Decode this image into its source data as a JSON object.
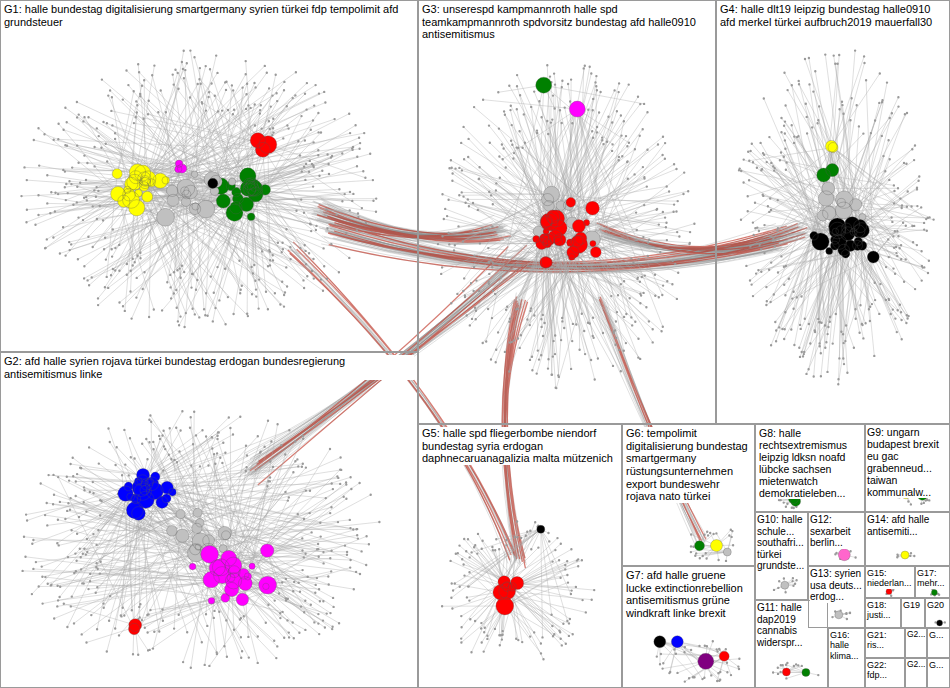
{
  "diagram": {
    "nodes": [
      {
        "text": [
          "G1: halle bundestag digitalisierung smartgermany syrien türkei fdp tempolimit afd grundsteuer"
        ]
      },
      {
        "text": [
          "G2: afd halle syrien rojava türkei bundestag erdogan bundesregierung antisemitismus linke"
        ]
      },
      {
        "text": [
          "G3: unserespd kampmannroth halle spd teamkampmannroth spdvorsitz bundestag afd halle0910 antisemitismus"
        ]
      },
      {
        "text": [
          "G4: halle dlt19 leipzig bundestag halle0910 afd merkel türkei aufbruch2019 mauerfall30"
        ]
      },
      {
        "text": [
          "G5: halle spd fliegerbombe niendorf bundestag syria erdogan daphnecaruanagalizia malta mützenich"
        ]
      },
      {
        "text": [
          "G6: tempolimit digitalisierung bundestag smartgermany rüstungsunternehmen export bundeswehr rojava nato türkei"
        ]
      },
      {
        "text": [
          "G7: afd halle gruene lucke extinctionrebellion antisemitismus grüne windkraft linke brexit"
        ]
      },
      {
        "text": [
          "G8: halle rechtsextremismus leipzig ldksn noafd lübcke sachsen mietenwatch demokratieleben..."
        ]
      },
      {
        "text": [
          "G9: ungarn budapest brexit eu gac grabenneud... taiwan kommunalw..."
        ]
      },
      {
        "text": [
          "G10: halle schule... southafri... türkei grundste..."
        ]
      },
      {
        "text": [
          "G11: halle dap2019 cannabis widerspr..."
        ]
      },
      {
        "text": [
          "G12: sexarbeit berlin..."
        ]
      },
      {
        "text": [
          "G13: syrien usa deuts... erdog..."
        ]
      },
      {
        "text": [
          "G14: afd halle antisemiti..."
        ]
      },
      {
        "text": [
          "G15: niederlan..."
        ]
      },
      {
        "text": [
          "G16: halle klima..."
        ]
      },
      {
        "text": [
          "G17: mehr..."
        ]
      },
      {
        "text": [
          "G18: justi..."
        ]
      },
      {
        "text": [
          "G19"
        ]
      },
      {
        "text": [
          "G20"
        ]
      },
      {
        "text": [
          "G21: ris..."
        ]
      },
      {
        "text": [
          "G2..."
        ]
      },
      {
        "text": [
          "G..."
        ]
      },
      {
        "text": [
          "G22: fdp..."
        ]
      },
      {
        "text": [
          "G2..."
        ]
      },
      {
        "text": [
          "G..."
        ]
      }
    ]
  }
}
